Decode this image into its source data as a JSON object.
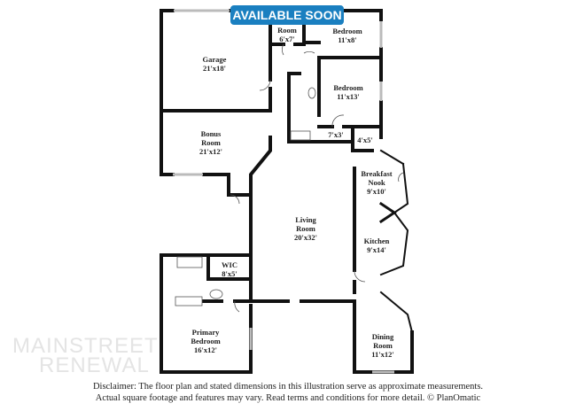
{
  "badge": "AVAILABLE SOON",
  "rooms": [
    {
      "name": "Garage",
      "size": "21'x18'"
    },
    {
      "name": "Room",
      "size": "6'x7'"
    },
    {
      "name": "Bedroom",
      "size": "11'x8'"
    },
    {
      "name": "Bedroom",
      "size": "11'x13'"
    },
    {
      "name": "Bonus Room",
      "size": "21'x12'"
    },
    {
      "name": "",
      "size": "7'x3'"
    },
    {
      "name": "",
      "size": "4'x5'"
    },
    {
      "name": "Breakfast Nook",
      "size": "9'x10'"
    },
    {
      "name": "Living Room",
      "size": "20'x32'"
    },
    {
      "name": "Kitchen",
      "size": "9'x14'"
    },
    {
      "name": "WIC",
      "size": "8'x5'"
    },
    {
      "name": "Primary Bedroom",
      "size": "16'x12'"
    },
    {
      "name": "Dining Room",
      "size": "11'x12'"
    }
  ],
  "watermark": [
    "MAINSTREET",
    "RENEWAL"
  ],
  "disclaimer": [
    "Disclaimer: The floor plan and stated dimensions in this illustration serve as approximate measurements.",
    "Actual square footage and features may vary. Read terms and conditions for more detail. © PlanOmatic"
  ],
  "colors": {
    "badge": "#1a7fc0",
    "wall": "#111111"
  }
}
